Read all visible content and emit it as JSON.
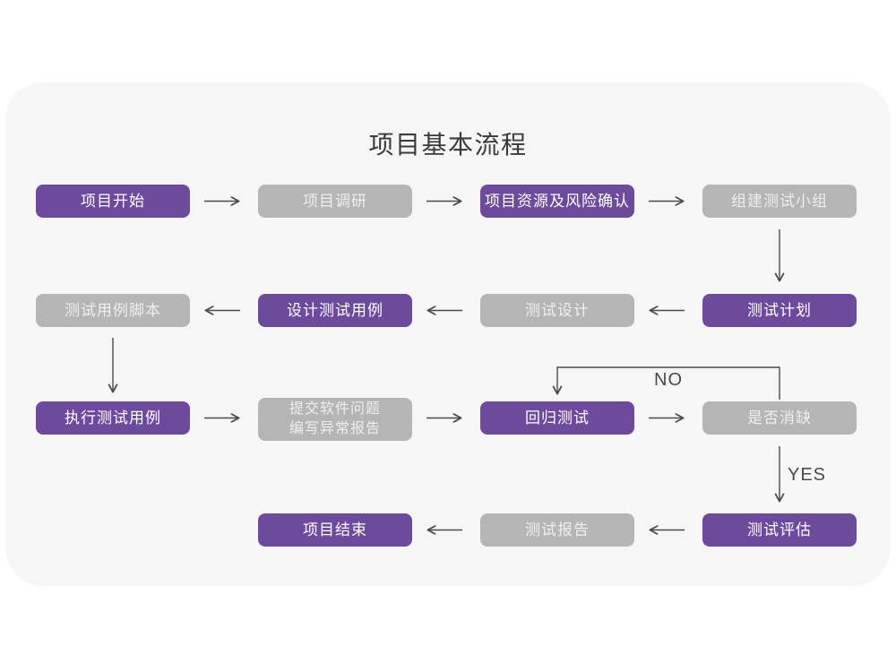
{
  "title": "项目基本流程",
  "edge_labels": {
    "no": "NO",
    "yes": "YES"
  },
  "colors": {
    "accent_purple": "#6C4A9C",
    "node_gray": "#B5B5B5",
    "card_background": "#F6F6F6",
    "arrow": "#4A4A4A",
    "page_background": "#FFFFFF"
  },
  "nodes": {
    "project_start": {
      "label": "项目开始",
      "variant": "purple"
    },
    "project_research": {
      "label": "项目调研",
      "variant": "gray"
    },
    "resource_risk_confirm": {
      "label": "项目资源及风险确认",
      "variant": "purple"
    },
    "build_test_team": {
      "label": "组建测试小组",
      "variant": "gray"
    },
    "test_case_script": {
      "label": "测试用例脚本",
      "variant": "gray"
    },
    "design_test_cases": {
      "label": "设计测试用例",
      "variant": "purple"
    },
    "test_design": {
      "label": "测试设计",
      "variant": "gray"
    },
    "test_plan": {
      "label": "测试计划",
      "variant": "purple"
    },
    "run_test_cases": {
      "label": "执行测试用例",
      "variant": "purple"
    },
    "submit_issue_report": {
      "label": "提交软件问题\n编写异常报告",
      "variant": "gray"
    },
    "regression_test": {
      "label": "回归测试",
      "variant": "purple"
    },
    "defect_resolved": {
      "label": "是否消缺",
      "variant": "gray"
    },
    "test_evaluation": {
      "label": "测试评估",
      "variant": "purple"
    },
    "test_report": {
      "label": "测试报告",
      "variant": "gray"
    },
    "project_end": {
      "label": "项目结束",
      "variant": "purple"
    }
  },
  "edges": [
    {
      "from": "project_start",
      "to": "project_research"
    },
    {
      "from": "project_research",
      "to": "resource_risk_confirm"
    },
    {
      "from": "resource_risk_confirm",
      "to": "build_test_team"
    },
    {
      "from": "build_test_team",
      "to": "test_plan"
    },
    {
      "from": "test_plan",
      "to": "test_design"
    },
    {
      "from": "test_design",
      "to": "design_test_cases"
    },
    {
      "from": "design_test_cases",
      "to": "test_case_script"
    },
    {
      "from": "test_case_script",
      "to": "run_test_cases"
    },
    {
      "from": "run_test_cases",
      "to": "submit_issue_report"
    },
    {
      "from": "submit_issue_report",
      "to": "regression_test"
    },
    {
      "from": "regression_test",
      "to": "defect_resolved"
    },
    {
      "from": "defect_resolved",
      "to": "regression_test",
      "label": "NO"
    },
    {
      "from": "defect_resolved",
      "to": "test_evaluation",
      "label": "YES"
    },
    {
      "from": "test_evaluation",
      "to": "test_report"
    },
    {
      "from": "test_report",
      "to": "project_end"
    }
  ]
}
